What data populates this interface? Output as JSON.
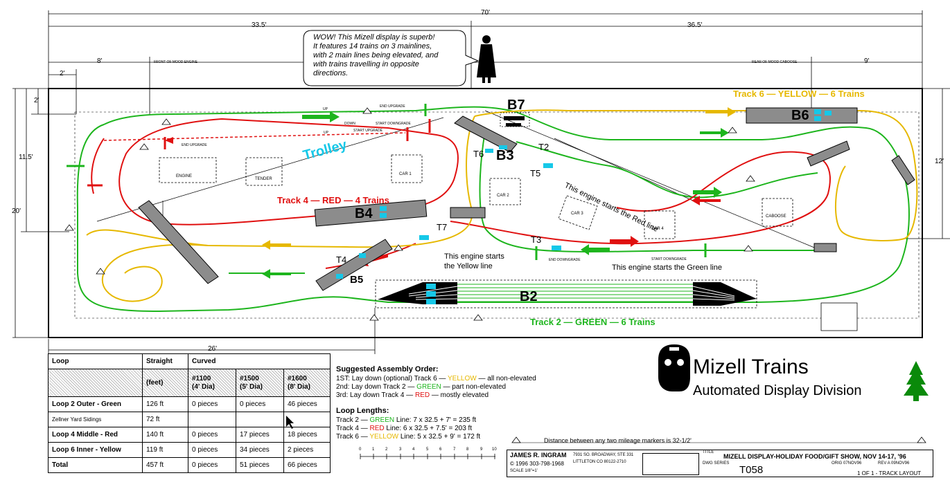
{
  "dimensions": {
    "total_width": "70'",
    "left_width": "33.5'",
    "right_width": "36.5'",
    "front_offset": "8'",
    "start_offset": "2'",
    "rear_offset": "9'",
    "height_total": "20'",
    "height_left": "11.5'",
    "height_right": "12'",
    "top_offset": "2'",
    "bottom_width": "26'"
  },
  "markers": {
    "front_of_mood_engine": "FRONT OF MOOD ENGINE",
    "rear_of_mood_caboose": "REAR OF MOOD CABOOSE"
  },
  "callout": {
    "line1": "WOW!  This Mizell display is superb!",
    "line2": "It features 14 trains on 3 mainlines,",
    "line3": "with 2 main lines being elevated, and",
    "line4": "with trains travelling in opposite",
    "line5": "directions."
  },
  "blocks": {
    "B2": "B2",
    "B3": "B3",
    "B4": "B4",
    "B5": "B5",
    "B6": "B6",
    "B7": "B7"
  },
  "trains": {
    "T2": "T2",
    "T3": "T3",
    "T4": "T4",
    "T5": "T5",
    "T6": "T6",
    "T7": "T7"
  },
  "track_titles": {
    "track6": "Track 6 — YELLOW — 6 Trains",
    "track4": "Track 4 — RED — 4 Trains",
    "track2": "Track 2 — GREEN — 6 Trains",
    "trolley": "Trolley"
  },
  "annotations": {
    "red_start": "This engine starts the Red line",
    "yellow_start_1": "This engine starts",
    "yellow_start_2": "the Yellow line",
    "green_start": "This engine starts the Green line"
  },
  "mood_cars": {
    "engine": "ENGINE",
    "tender": "TENDER",
    "car1": "CAR 1",
    "car2": "CAR 2",
    "car3": "CAR 3",
    "car4": "CAR 4",
    "caboose": "CABOOSE"
  },
  "grade_labels": {
    "up": "UP",
    "down": "DOWN",
    "end_upgrade": "END UPGRADE",
    "start_upgrade": "START UPGRADE",
    "end_downgrade": "END DOWNGRADE",
    "start_downgrade": "START DOWNGRADE"
  },
  "legend": {
    "headers": {
      "loop": "Loop",
      "straight": "Straight",
      "curved": "Curved",
      "feet": "(feet)",
      "c1100": "#1100",
      "c1100_dia": "(4' Dia)",
      "c1500": "#1500",
      "c1500_dia": "(5' Dia)",
      "c1600": "#1600",
      "c1600_dia": "(8' Dia)"
    },
    "rows": [
      {
        "loop": "Loop 2 Outer - Green",
        "straight": "126 ft",
        "c1100": "0 pieces",
        "c1500": "0 pieces",
        "c1600": "46 pieces"
      },
      {
        "loop": "Zellner Yard Sidings",
        "straight": "72 ft",
        "c1100": "",
        "c1500": "",
        "c1600": ""
      },
      {
        "loop": "Loop 4 Middle - Red",
        "straight": "140 ft",
        "c1100": "0 pieces",
        "c1500": "17 pieces",
        "c1600": "18 pieces"
      },
      {
        "loop": "Loop 6 Inner - Yellow",
        "straight": "119 ft",
        "c1100": "0 pieces",
        "c1500": "34 pieces",
        "c1600": "2 pieces"
      },
      {
        "loop": "Total",
        "straight": "457 ft",
        "c1100": "0 pieces",
        "c1500": "51 pieces",
        "c1600": "66 pieces"
      }
    ]
  },
  "assembly": {
    "heading": "Suggested Assembly Order:",
    "s1a": "1ST:  Lay down (optional) Track 6 — ",
    "s1b": "YELLOW",
    "s1c": " — all non-elevated",
    "s2a": "2nd:  Lay down Track 2 — ",
    "s2b": "GREEN",
    "s2c": " — part non-elevated",
    "s3a": "3rd:  Lay down Track 4 — ",
    "s3b": "RED",
    "s3c": " — mostly elevated"
  },
  "loop_lengths": {
    "heading": "Loop Lengths:",
    "l1a": "Track 2 — ",
    "l1b": "GREEN",
    "l1c": " Line: 7 x 32.5 + 7' = 235 ft",
    "l2a": "Track 4 — ",
    "l2b": "RED",
    "l2c": " Line: 6 x 32.5 + 7.5' = 203 ft",
    "l3a": "Track 6 — ",
    "l3b": "YELLOW",
    "l3c": " Line: 5 x 32.5 + 9' = 172 ft"
  },
  "scale_ticks": [
    "0",
    "1",
    "2",
    "3",
    "4",
    "5",
    "6",
    "7",
    "8",
    "9",
    "10"
  ],
  "brand": {
    "name": "Mizell Trains",
    "division": "Automated Display Division"
  },
  "mileage_note": "Distance between any two mileage markers is 32-1/2'",
  "title_block": {
    "designer": "JAMES R. INGRAM",
    "phone": "© 1996  303-798-1968",
    "address1": "7931 SO. BROADWAY, STE 331",
    "address2": "LITTLETON  CO  80122-2710",
    "scale": "SCALE 1/8\"=1'",
    "title_label": "TITLE",
    "title": "MIZELL DISPLAY-HOLIDAY FOOD/GIFT SHOW, NOV 14-17, '96",
    "dwg_series": "DWG SERIES",
    "dwg_no": "T058",
    "orig": "ORIG 07NOV96",
    "rev": "REV A 09NOV96",
    "sheet": "1 OF 1 - TRACK LAYOUT"
  },
  "colors": {
    "green": "#1db51d",
    "red": "#e01010",
    "yellow": "#e6b800",
    "cyan": "#16c8e8",
    "gray": "#8c8c8c",
    "tree": "#0a8a0a"
  },
  "icons": [
    "woman-figure-icon",
    "locomotive-logo-icon",
    "christmas-tree-icon",
    "arrow-icon"
  ]
}
